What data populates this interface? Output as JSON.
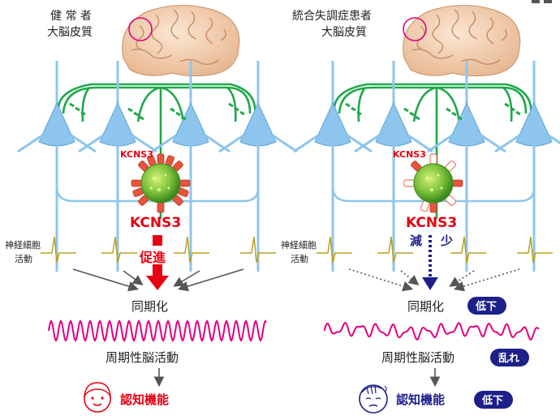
{
  "left": {
    "title_line1": "健 常 者",
    "title_line2": "大脳皮質",
    "kcns3_label": "KCNS3",
    "kcns3_big": "KCNS3",
    "effect": "促進",
    "neural_activity_line1": "神経細胞",
    "neural_activity_line2": "活動",
    "sync": "同期化",
    "periodic": "周期性脳活動",
    "cognition": "認知機能"
  },
  "right": {
    "title_line1": "統合失調症患者",
    "title_line2": "大脳皮質",
    "kcns3_label": "KCNS3",
    "kcns3_big": "KCNS3",
    "effect_1": "減",
    "effect_2": "少",
    "neural_activity_line1": "神経細胞",
    "neural_activity_line2": "活動",
    "sync": "同期化",
    "sync_badge": "低下",
    "periodic": "周期性脳活動",
    "periodic_badge": "乱れ",
    "cognition": "認知機能",
    "cognition_badge": "低下"
  },
  "colors": {
    "pyramidal": "#8ec5ec",
    "interneuron": "#8cc63f",
    "green_axon": "#1ea84a",
    "channel": "#e8543c",
    "red": "#e60012",
    "navy": "#1d2088",
    "spike": "#b8a020",
    "wave": "#e4007f"
  }
}
